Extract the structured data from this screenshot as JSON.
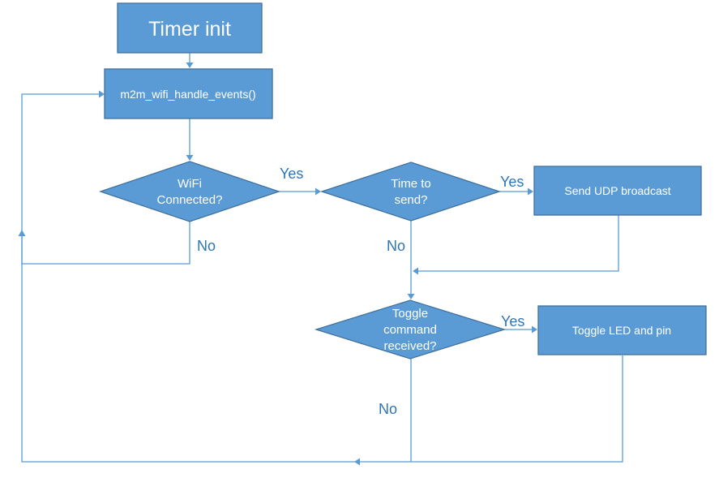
{
  "diagram": {
    "nodes": {
      "timer_init": "Timer init",
      "handle_events": "m2m_wifi_handle_events()",
      "wifi_connected": [
        "WiFi",
        "Connected?"
      ],
      "time_to_send": [
        "Time to",
        "send?"
      ],
      "send_udp": "Send UDP broadcast",
      "toggle_received": [
        "Toggle",
        "command",
        "received?"
      ],
      "toggle_led": "Toggle LED and pin"
    },
    "edge_labels": {
      "wifi_yes": "Yes",
      "wifi_no": "No",
      "time_yes": "Yes",
      "time_no": "No",
      "toggle_yes": "Yes",
      "toggle_no": "No"
    }
  }
}
